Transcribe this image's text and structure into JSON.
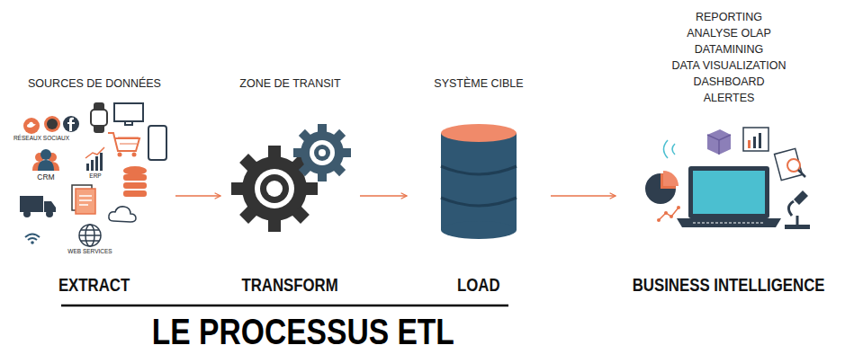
{
  "diagram": {
    "title": "LE PROCESSUS ETL",
    "nodes": [
      {
        "text": [
          "SOURCES DE DONNÉES",
          "EXTRACT"
        ]
      },
      {
        "text": [
          "ZONE DE TRANSIT",
          "TRANSFORM"
        ]
      },
      {
        "text": [
          "SYSTÈME CIBLE",
          "LOAD"
        ]
      },
      {
        "text": [
          "REPORTING",
          "ANALYSE OLAP",
          "DATAMINING",
          "DATA VISUALIZATION",
          "DASHBOARD",
          "ALERTES",
          "BUSINESS INTELLIGENCE"
        ]
      }
    ],
    "edges": [
      {
        "from": 0,
        "to": 1,
        "arrow": "to"
      },
      {
        "from": 1,
        "to": 2,
        "arrow": "to"
      },
      {
        "from": 2,
        "to": 3,
        "arrow": "to"
      }
    ],
    "labels": [
      "RÉSEAUX SOCIAUX",
      "CRM",
      "ERP",
      "WEB SERVICES"
    ]
  }
}
